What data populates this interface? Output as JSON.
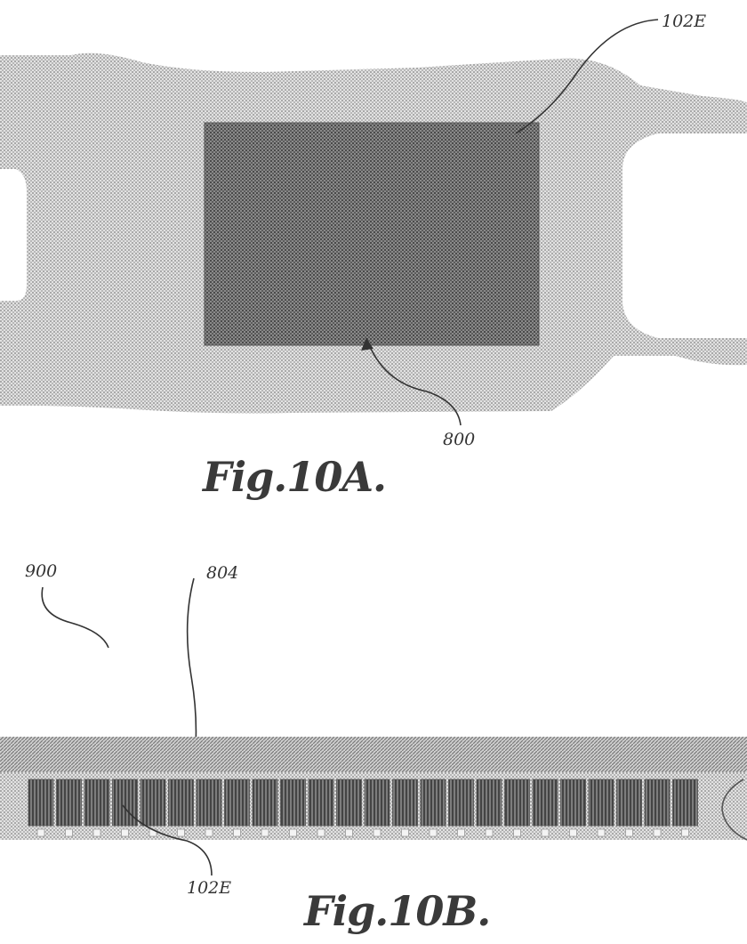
{
  "figure_a": {
    "caption": "Fig.10A.",
    "labels": {
      "top_right": "102E",
      "bottom": "800"
    }
  },
  "figure_b": {
    "caption": "Fig.10B.",
    "labels": {
      "left": "900",
      "top": "804",
      "bottom": "102E"
    }
  },
  "colors": {
    "light_halftone": "#c9c9c9",
    "dark_halftone": "#6a6a6a",
    "ink": "#333333"
  }
}
